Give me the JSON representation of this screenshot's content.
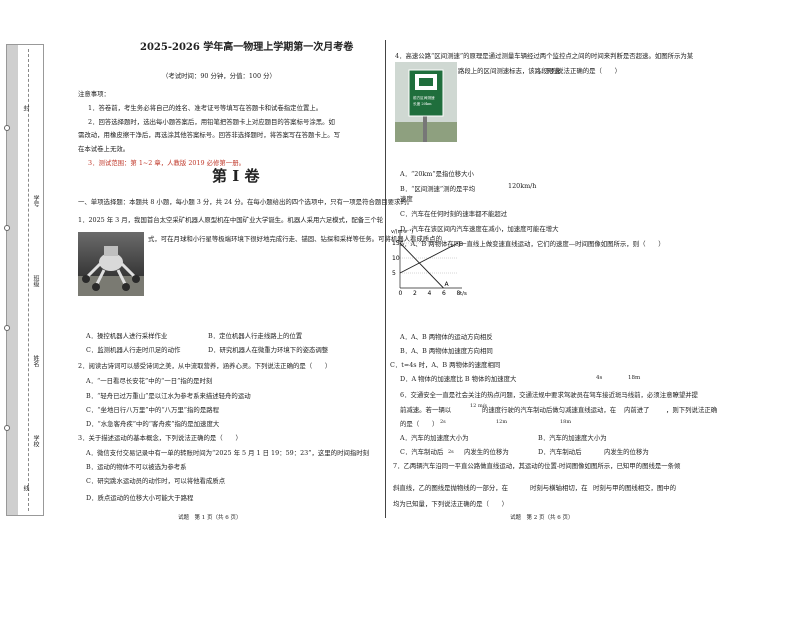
{
  "binding": {
    "labels": [
      "学号",
      "班级",
      "姓名",
      "学校"
    ],
    "markers": [
      "封",
      "线"
    ]
  },
  "left": {
    "title": "2025-2026 学年高一物理上学期第一次月考卷",
    "exam_info": "（考试时间：90 分钟，分值：100 分）",
    "notes_heading": "注意事项：",
    "note1": "1．答卷前，考生务必将自己的姓名、准考证号等填写在答题卡和试卷指定位置上。",
    "note2a": "2．回答选择题时，选出每小题答案后，用铅笔把答题卡上对应题目的答案标号涂黑。如",
    "note2b": "需改动，用橡皮擦干净后，再选涂其他答案标号。回答非选择题时，将答案写在答题卡上。写",
    "note2c": "在本试卷上无效。",
    "note3": "3．测试范围：第 1~2 章，人教版 2019 必修第一册。",
    "section": "第 I 卷",
    "mc_intro": "一、单项选择题：本题共 8 小题，每小题 3 分，共 24 分。在每小题给出的四个选项中，只有一项是符合题目要求的。",
    "q1a": "1．2025 年 3 月，我国首台太空采矿机器人原型机在中国矿业大学诞生。机器人采用六足模式，配备三个轮",
    "q1b": "式，可在月球和小行星等极端环境下很好地完成行走、锚固、钻探和采样等任务。可将机器人看成质点的",
    "q1c": "是（　　）",
    "q1_options": [
      "A．操控机器人进行采样作业",
      "B．定位机器人行走线路上的位置",
      "C．监测机器人行走时爪足的动作",
      "D．研究机器人在微重力环境下的姿态调整"
    ],
    "q2": "2．阅读古诗词可以感受诗词之美，从中流取营养，涵养心灵。下列说法正确的是（　　）",
    "q2_options": [
      "A．“一日看尽长安花”中的“一日”指的是时刻",
      "B．“轻舟已过万重山”是以江水为参考系来描述轻舟的运动",
      "C．“坐地日行八万里”中的“八万里”指的是路程",
      "D．“水急客舟疾”中的“客舟疾”指的是加速度大"
    ],
    "q3": "3．关于描述运动的基本概念，下列说法正确的是（　　）",
    "q3_options": [
      "A．微信支付交易记录中有一单的转账时间为“2025 年 5 月 1 日 19：59：23”，这里的时间指时刻",
      "B．运动的物体不可以被选为参考系",
      "C．研究跳水运动员的动作时，可以将他看成质点",
      "D．质点运动的位移大小可能大于路程"
    ],
    "footer": "试题　第 1 页（共 6 页）"
  },
  "right": {
    "q4a": "4．高速公路“区间测速”的原理是通过测量车辆经过两个监控点之间的时间来判断是否超速。如图所示为某",
    "q4b": "路段上的区间测速标志，该路段限速",
    "q4c": "，下列说法正确的是（　　）",
    "sign_lines": [
      "前方区间测速",
      "长度 20km"
    ],
    "speed_limit": "120km/h",
    "q4_options": [
      "A．“20km”是指位移大小",
      "B．“区间测速”测的是平均",
      "速度",
      "C．汽车在任何时刻的速率都不能超过",
      "D．汽车在该区间内汽车速度在减小，加速度可能在增大"
    ],
    "q5": "5．A、B 两物体在同一直线上做变速直线运动，它们的速度—时间图像如图所示，则（　　）",
    "q5_options": [
      "A．A、B 两物体的运动方向相反",
      "B．A、B 两物体加速度方向相同",
      "C．t=4s 时，A、B 两物体的速度相同",
      "D．A 物体的加速度比 B 物体的加速度大"
    ],
    "q6a": "6．交通安全一直是社会关注的热点问题，交通法规中要求驾驶员在驾车接近斑马线前，必须注意瞭望并提",
    "q6b": "前减速。若一辆以",
    "q6c": "的速度行驶的汽车制动后做匀减速直线运动，在",
    "q6d": "内前进了",
    "q6e": "，则下列说法正确",
    "q6f": "的是（　　）",
    "q6_values": [
      "12 m/s",
      "4s",
      "18m"
    ],
    "q6_options": [
      "A．汽车的加速度大小为",
      "B．汽车的加速度大小为",
      "C．汽车制动后",
      "内发生的位移为",
      "D．汽车制动后",
      "内发生的位移为"
    ],
    "q6_option_values": [
      "2s",
      "12m",
      "2s",
      "18m"
    ],
    "q7a": "7．乙两辆汽车沿同一平直公路做直线运动，其运动的位置-时间图像如图所示，已知甲的图线是一条倾",
    "q7b": "斜直线，乙的图线是抛物线的一部分，在",
    "q7c": "时刻与横轴相切，在",
    "q7d": "时刻与甲的图线相交，图中的",
    "q7e": "均为已知量，下列说法正确的是（　　）",
    "footer": "试题　第 2 页（共 6 页）"
  },
  "chart_data": {
    "type": "line",
    "xlabel": "t/s",
    "ylabel": "v/(m·s⁻¹)",
    "x_ticks": [
      "0",
      "2",
      "4",
      "6",
      "8"
    ],
    "y_ticks": [
      "5",
      "10",
      "15"
    ],
    "series": [
      {
        "name": "A",
        "x": [
          0,
          6
        ],
        "y": [
          15,
          0
        ]
      },
      {
        "name": "B",
        "x": [
          0,
          8
        ],
        "y": [
          5,
          15
        ]
      }
    ],
    "xlim": [
      0,
      8
    ],
    "ylim": [
      0,
      18
    ]
  }
}
